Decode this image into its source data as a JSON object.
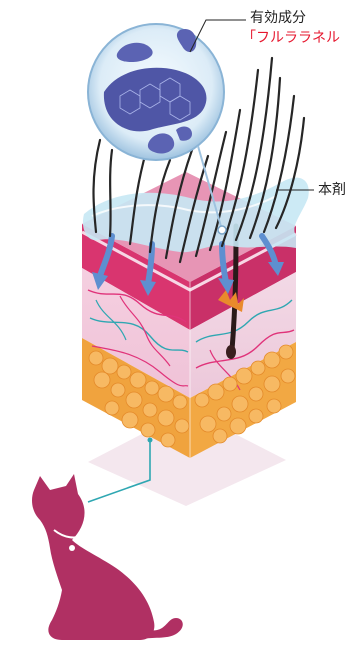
{
  "labels": {
    "active_ingredient": "有効成分",
    "compound_name": "「フルララネル",
    "product": "本剤"
  },
  "colors": {
    "cat": "#b03063",
    "label_red": "#e6182f",
    "skin_pink": "#f1c9da",
    "fat_orange": "#f0a23e",
    "product_blue": "#bfe4f2",
    "molecule_purple": "#4f56a6",
    "hair": "#262626"
  }
}
